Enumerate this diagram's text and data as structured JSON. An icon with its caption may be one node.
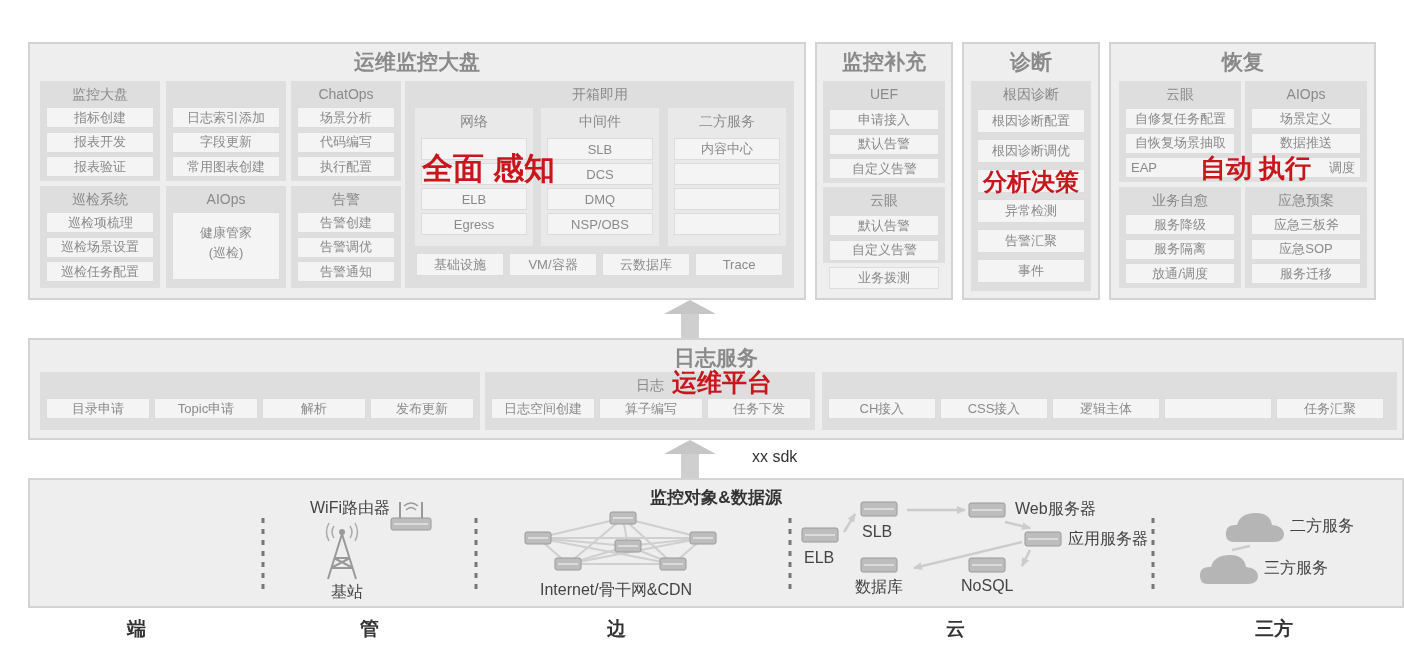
{
  "diagram": {
    "nodes": [
      {
        "text": [
          "运维监控大盘"
        ]
      },
      {
        "text": [
          "监控大盘"
        ],
        "in": 0
      },
      {
        "text": [
          "指标创建"
        ],
        "in": 1
      },
      {
        "text": [
          "报表开发"
        ],
        "in": 1
      },
      {
        "text": [
          "报表验证"
        ],
        "in": 1
      },
      {
        "text": [],
        "shape": "box",
        "in": 0
      },
      {
        "text": [
          "日志索引添加"
        ],
        "in": 5
      },
      {
        "text": [
          "字段更新"
        ],
        "in": 5
      },
      {
        "text": [
          "常用图表创建"
        ],
        "in": 5
      },
      {
        "text": [
          "ChatOps"
        ],
        "in": 0
      },
      {
        "text": [
          "场景分析"
        ],
        "in": 9
      },
      {
        "text": [
          "代码编写"
        ],
        "in": 9
      },
      {
        "text": [
          "执行配置"
        ],
        "in": 9
      },
      {
        "text": [
          "巡检系统"
        ],
        "in": 0
      },
      {
        "text": [
          "巡检项梳理"
        ],
        "in": 13
      },
      {
        "text": [
          "巡检场景设置"
        ],
        "in": 13
      },
      {
        "text": [
          "巡检任务配置"
        ],
        "in": 13
      },
      {
        "text": [
          "AIOps"
        ],
        "in": 0
      },
      {
        "text": [
          "健康管家 (巡检)"
        ],
        "in": 17
      },
      {
        "text": [
          "告警"
        ],
        "in": 0
      },
      {
        "text": [
          "告警创建"
        ],
        "in": 19
      },
      {
        "text": [
          "告警调优"
        ],
        "in": 19
      },
      {
        "text": [
          "告警通知"
        ],
        "in": 19
      },
      {
        "text": [
          "开箱即用"
        ],
        "in": 0
      },
      {
        "text": [
          "网络"
        ],
        "in": 23
      },
      {
        "text": [],
        "shape": "box",
        "in": 24
      },
      {
        "text": [],
        "shape": "box",
        "in": 24
      },
      {
        "text": [
          "ELB"
        ],
        "in": 24
      },
      {
        "text": [
          "Egress"
        ],
        "in": 24
      },
      {
        "text": [
          "中间件"
        ],
        "in": 23
      },
      {
        "text": [
          "SLB"
        ],
        "in": 29
      },
      {
        "text": [
          "DCS"
        ],
        "in": 29
      },
      {
        "text": [
          "DMQ"
        ],
        "in": 29
      },
      {
        "text": [
          "NSP/OBS"
        ],
        "in": 29
      },
      {
        "text": [
          "二方服务"
        ],
        "in": 23
      },
      {
        "text": [
          "内容中心"
        ],
        "in": 34
      },
      {
        "text": [],
        "shape": "box",
        "in": 34
      },
      {
        "text": [],
        "shape": "box",
        "in": 34
      },
      {
        "text": [],
        "shape": "box",
        "in": 34
      },
      {
        "text": [
          "基础设施"
        ],
        "in": 23
      },
      {
        "text": [
          "VM/容器"
        ],
        "in": 23
      },
      {
        "text": [
          "云数据库"
        ],
        "in": 23
      },
      {
        "text": [
          "Trace"
        ],
        "in": 23
      },
      {
        "text": [
          "监控补充"
        ]
      },
      {
        "text": [
          "UEF"
        ],
        "in": 43
      },
      {
        "text": [
          "申请接入"
        ],
        "in": 44
      },
      {
        "text": [
          "默认告警"
        ],
        "in": 44
      },
      {
        "text": [
          "自定义告警"
        ],
        "in": 44
      },
      {
        "text": [
          "云眼"
        ],
        "in": 43
      },
      {
        "text": [
          "默认告警"
        ],
        "in": 48
      },
      {
        "text": [
          "自定义告警"
        ],
        "in": 48
      },
      {
        "text": [
          "业务拨测"
        ],
        "in": 43
      },
      {
        "text": [
          "诊断"
        ]
      },
      {
        "text": [
          "根因诊断"
        ],
        "in": 52
      },
      {
        "text": [
          "根因诊断配置"
        ],
        "in": 53
      },
      {
        "text": [
          "根因诊断调优"
        ],
        "in": 53
      },
      {
        "text": [],
        "shape": "box",
        "in": 53
      },
      {
        "text": [
          "异常检测"
        ],
        "in": 53
      },
      {
        "text": [
          "告警汇聚"
        ],
        "in": 53
      },
      {
        "text": [
          "事件"
        ],
        "in": 53
      },
      {
        "text": [
          "恢复"
        ]
      },
      {
        "text": [
          "云眼"
        ],
        "in": 60
      },
      {
        "text": [
          "自修复任务配置"
        ],
        "in": 61
      },
      {
        "text": [
          "自恢复场景抽取"
        ],
        "in": 61
      },
      {
        "text": [
          "EAP"
        ],
        "in": 61
      },
      {
        "text": [
          "AIOps"
        ],
        "in": 60
      },
      {
        "text": [
          "场景定义"
        ],
        "in": 65
      },
      {
        "text": [
          "数据推送"
        ],
        "in": 65
      },
      {
        "text": [
          "调度"
        ],
        "in": 65
      },
      {
        "text": [
          "业务自愈"
        ],
        "in": 60
      },
      {
        "text": [
          "服务降级"
        ],
        "in": 69
      },
      {
        "text": [
          "服务隔离"
        ],
        "in": 69
      },
      {
        "text": [
          "放通/调度"
        ],
        "in": 69
      },
      {
        "text": [
          "应急预案"
        ],
        "in": 60
      },
      {
        "text": [
          "应急三板斧"
        ],
        "in": 73
      },
      {
        "text": [
          "应急SOP"
        ],
        "in": 73
      },
      {
        "text": [
          "服务迁移"
        ],
        "in": 73
      },
      {
        "text": [
          "日志服务"
        ]
      },
      {
        "text": [],
        "shape": "box",
        "in": 77
      },
      {
        "text": [
          "目录申请"
        ],
        "in": 78
      },
      {
        "text": [
          "Topic申请"
        ],
        "in": 78
      },
      {
        "text": [
          "解析"
        ],
        "in": 78
      },
      {
        "text": [
          "发布更新"
        ],
        "in": 78
      },
      {
        "text": [
          "日志"
        ],
        "in": 77
      },
      {
        "text": [
          "日志空间创建"
        ],
        "in": 83
      },
      {
        "text": [
          "算子编写"
        ],
        "in": 83
      },
      {
        "text": [
          "任务下发"
        ],
        "in": 83
      },
      {
        "text": [],
        "shape": "box",
        "in": 77
      },
      {
        "text": [
          "CH接入"
        ],
        "in": 87
      },
      {
        "text": [
          "CSS接入"
        ],
        "in": 87
      },
      {
        "text": [
          "逻辑主体"
        ],
        "in": 87
      },
      {
        "text": [],
        "shape": "box",
        "in": 87
      },
      {
        "text": [
          "任务汇聚"
        ],
        "in": 87
      },
      {
        "text": [
          "监控对象&数据源"
        ]
      },
      {
        "text": [
          "WiFi路由器"
        ],
        "in": 93
      },
      {
        "text": [
          "基站"
        ],
        "in": 93
      },
      {
        "text": [
          "Internet/骨干网&CDN"
        ],
        "in": 93
      },
      {
        "text": [
          "ELB"
        ],
        "in": 93
      },
      {
        "text": [
          "SLB"
        ],
        "in": 93
      },
      {
        "text": [
          "Web服务器"
        ],
        "in": 93
      },
      {
        "text": [
          "应用服务器"
        ],
        "in": 93
      },
      {
        "text": [
          "数据库"
        ],
        "in": 93
      },
      {
        "text": [
          "NoSQL"
        ],
        "in": 93
      },
      {
        "text": [
          "二方服务"
        ],
        "in": 93
      },
      {
        "text": [
          "三方服务"
        ],
        "in": 93
      }
    ],
    "edges": [
      {
        "from": 93,
        "to": 77,
        "arrow": "to",
        "label": "xx sdk",
        "style": "thick"
      },
      {
        "from": 77,
        "to": 0,
        "arrow": "to",
        "style": "thick"
      },
      {
        "from": 97,
        "to": 98,
        "arrow": "to"
      },
      {
        "from": 98,
        "to": 99,
        "arrow": "to"
      },
      {
        "from": 99,
        "to": 100,
        "arrow": "to"
      },
      {
        "from": 100,
        "to": 101,
        "arrow": "to"
      },
      {
        "from": 100,
        "to": 102,
        "arrow": "to"
      },
      {
        "from": 103,
        "to": 104,
        "arrow": "none"
      }
    ],
    "labels": [
      "全面 感知",
      "分析决策",
      "自动 执行",
      "运维平台",
      "端",
      "管",
      "边",
      "云",
      "三方"
    ]
  }
}
